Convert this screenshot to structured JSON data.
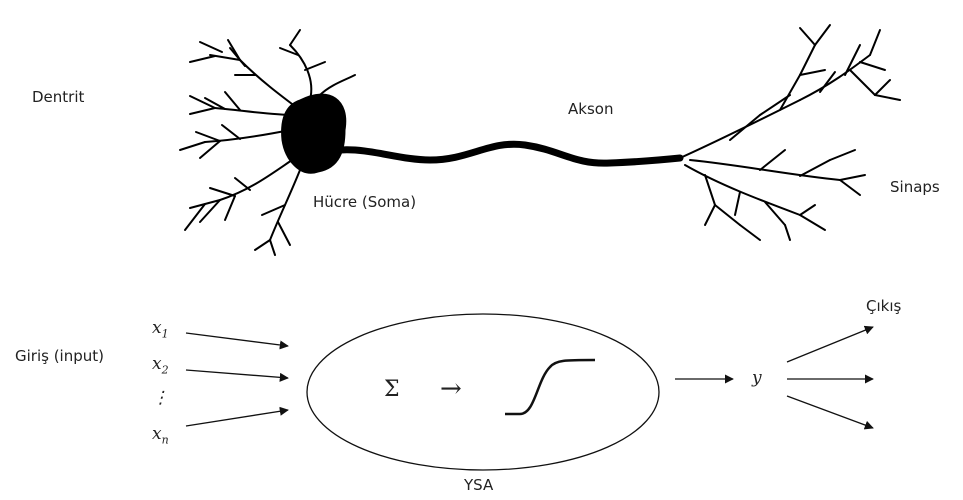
{
  "neuron": {
    "dendrite_label": "Dentrit",
    "soma_label": "Hücre (Soma)",
    "axon_label": "Akson",
    "synapse_label": "Sinaps"
  },
  "ann": {
    "input_label": "Giriş (input)",
    "inputs": [
      {
        "base": "x",
        "sub": "1"
      },
      {
        "base": "x",
        "sub": "2"
      },
      {
        "base": "⋮",
        "sub": ""
      },
      {
        "base": "x",
        "sub": "n"
      }
    ],
    "sum_symbol": "Σ",
    "arrow_symbol": "→",
    "output_symbol": "y",
    "output_label": "Çıkış",
    "model_label": "YSA"
  }
}
